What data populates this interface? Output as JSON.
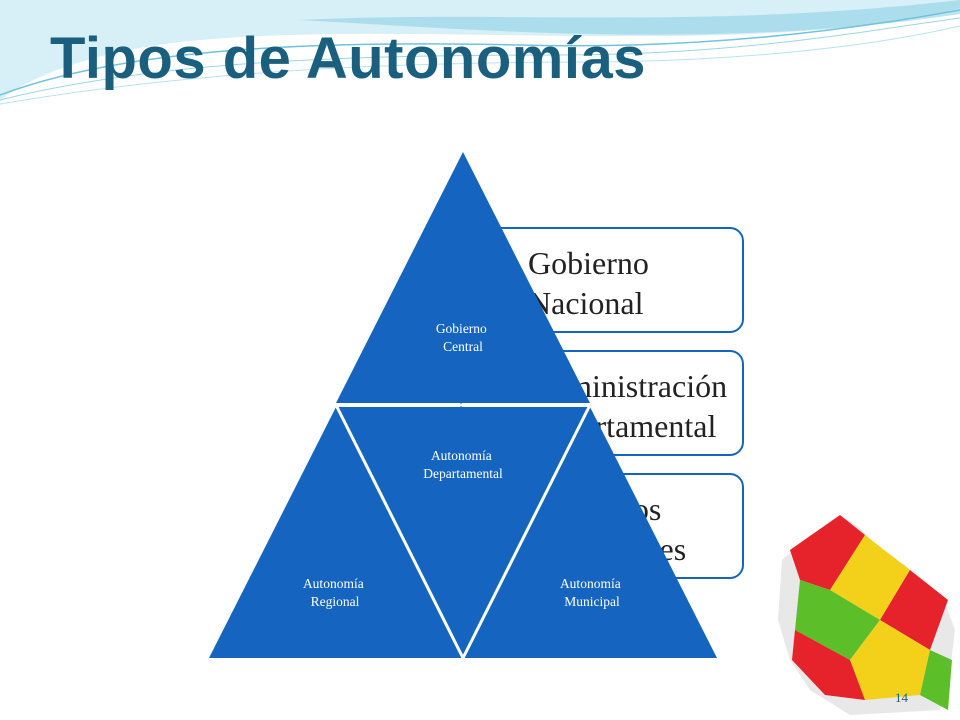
{
  "slide": {
    "title": "Tipos de Autonomías",
    "page_number": "14"
  },
  "levels": [
    {
      "label": "Gobierno\nNacional"
    },
    {
      "label": "Administración\nDepartamental"
    },
    {
      "label": "Gobiernos\nMunicipales"
    }
  ],
  "pyramid": {
    "top": {
      "line1": "Gobierno",
      "line2": "Central"
    },
    "middle": {
      "line1": "Autonomía",
      "line2": "Departamental"
    },
    "bottom_left": {
      "line1": "Autonomía",
      "line2": "Regional"
    },
    "bottom_right": {
      "line1": "Autonomía",
      "line2": "Municipal"
    }
  },
  "colors": {
    "title": "#1b5f7e",
    "triangle_fill": "#1565c0",
    "box_border": "#1565c0"
  }
}
